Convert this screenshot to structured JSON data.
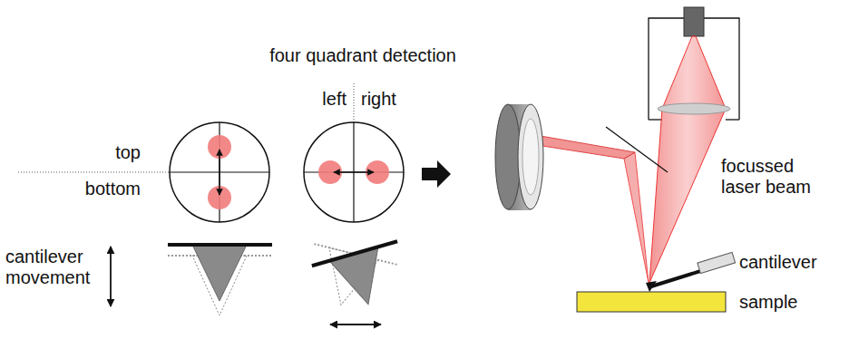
{
  "diagram": {
    "labels": [
      "four quadrant detection",
      "left",
      "right",
      "top",
      "bottom",
      "cantilever movement",
      "focussed laser beam",
      "cantilever",
      "sample"
    ]
  }
}
